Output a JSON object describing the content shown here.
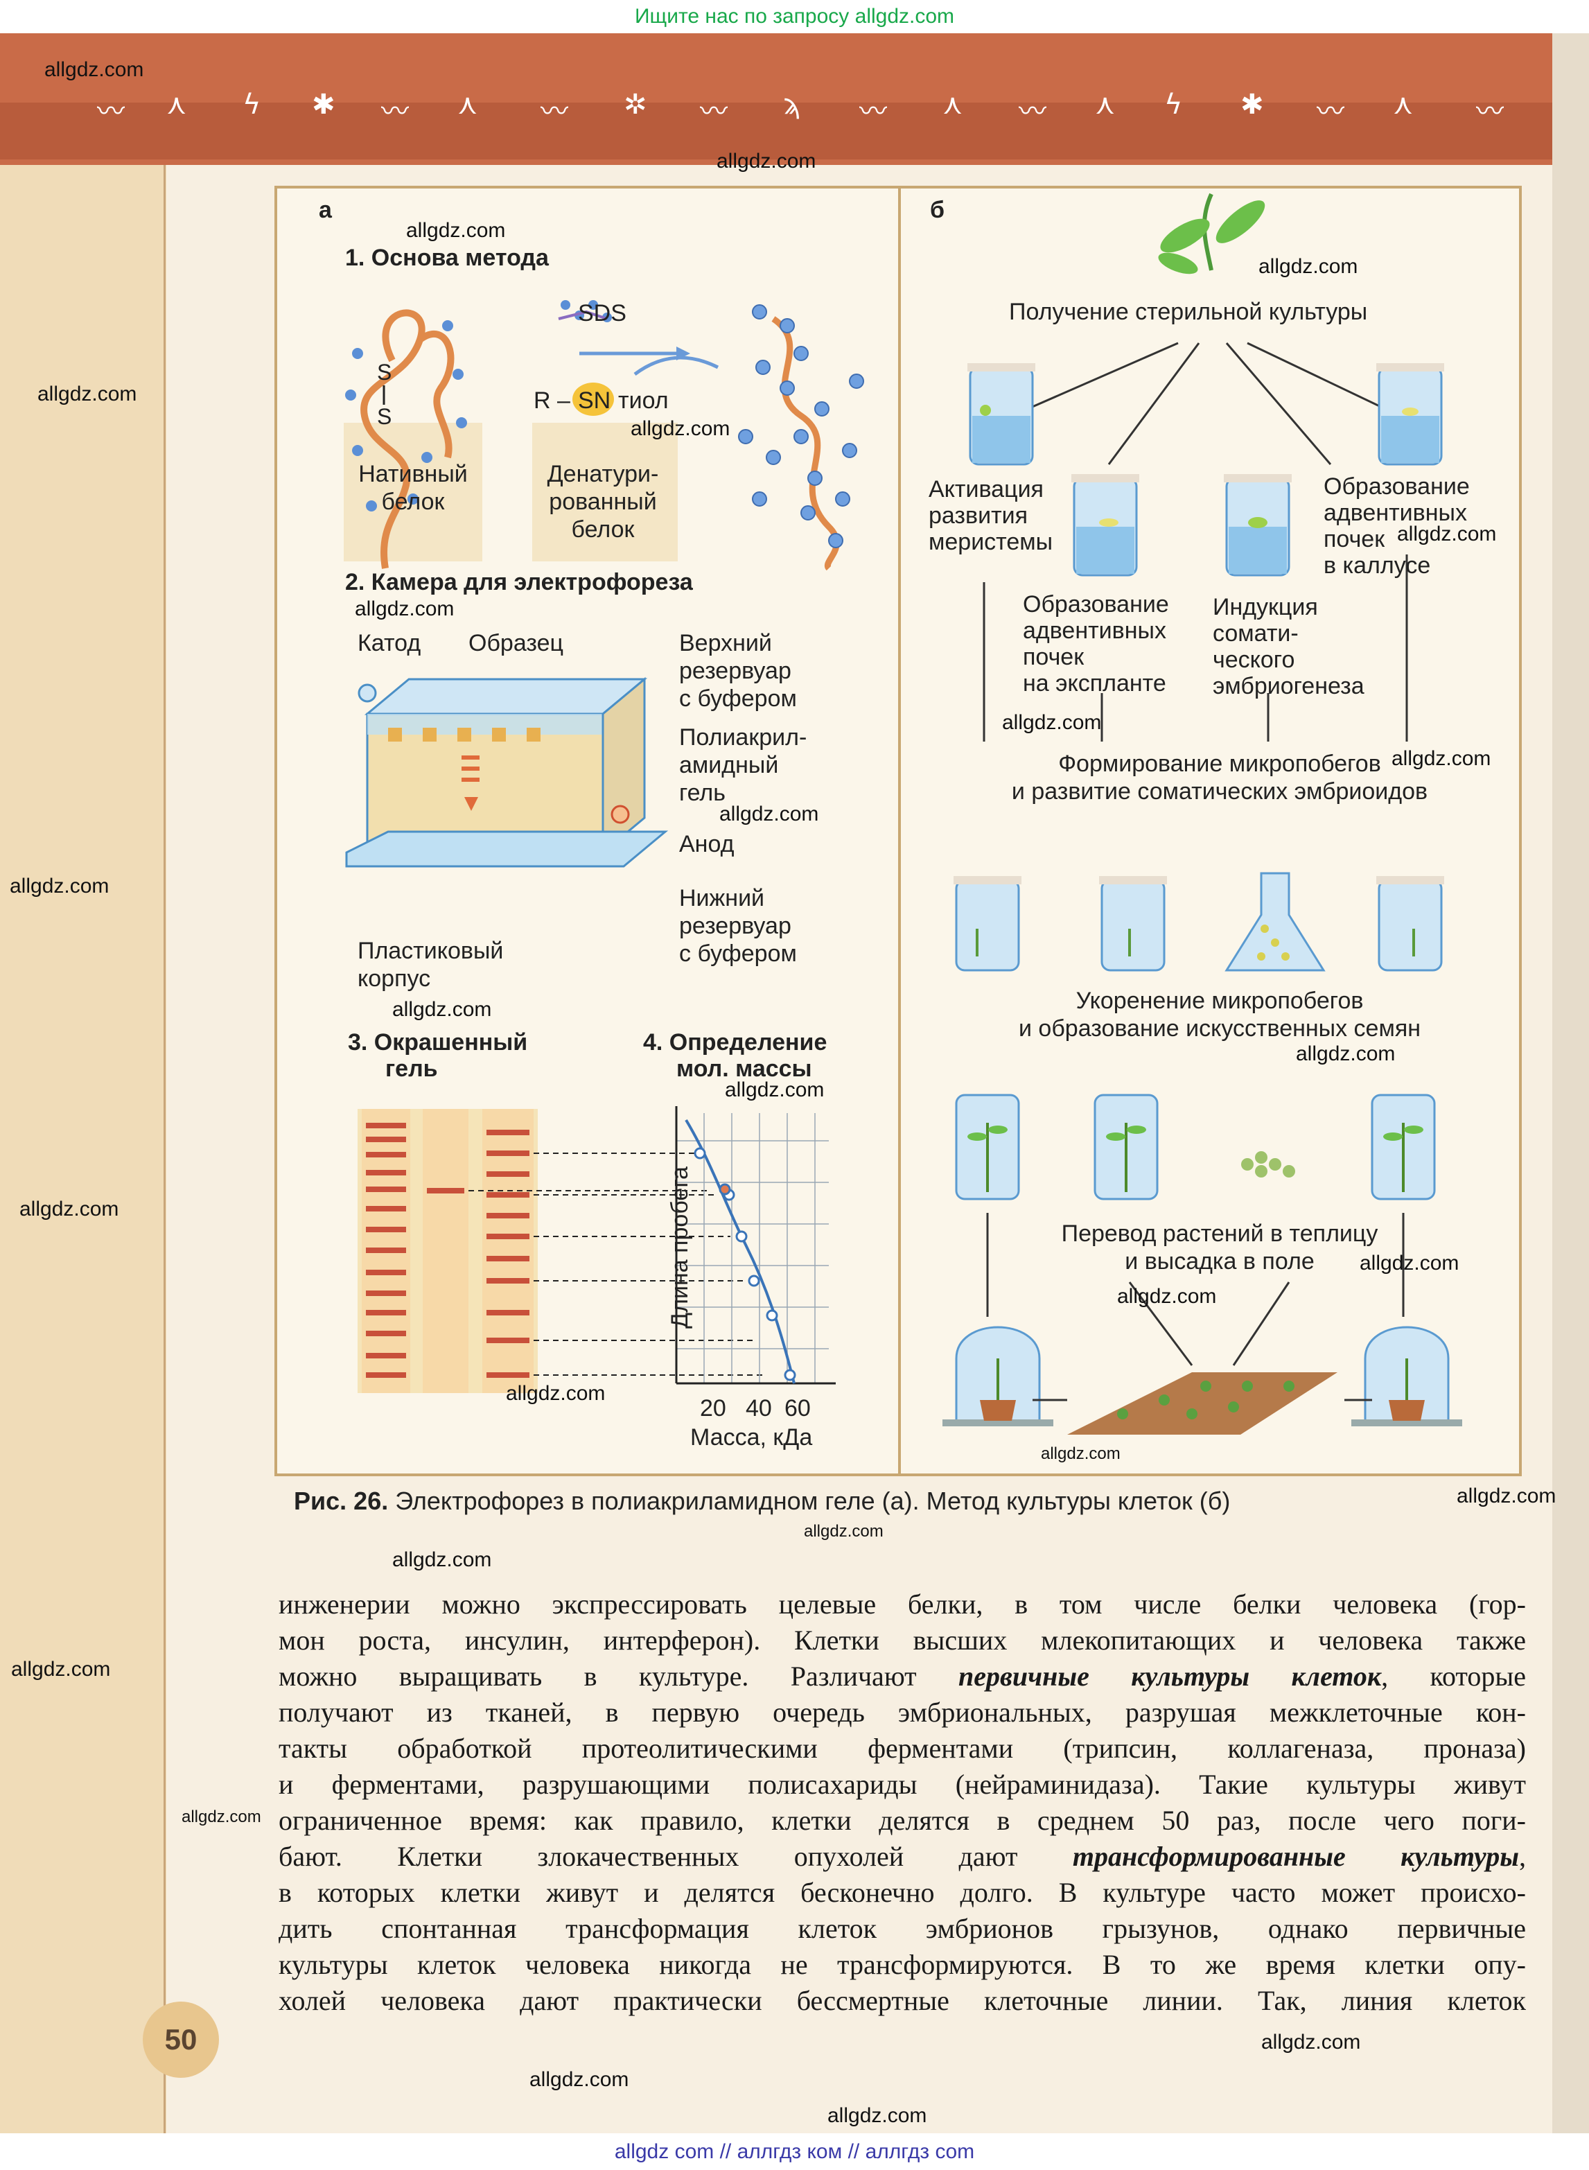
{
  "banner": {
    "top": "Ищите нас по запросу allgdz.com",
    "bottom": "allgdz com  //  аллгдз ком  //  аллгдз com"
  },
  "watermark_text": "allgdz.com",
  "page_number": "50",
  "figure": {
    "left": {
      "letter": "а",
      "step1_title": "1. Основа метода",
      "sds": "SDS",
      "reagent_prefix": "R –",
      "reagent_sn": "SN",
      "reagent_suffix": "тиол",
      "native_label_1": "Нативный",
      "native_label_2": "белок",
      "denat_label_1": "Денатури-",
      "denat_label_2": "рованный",
      "denat_label_3": "белок",
      "step2_title": "2. Камера для электрофореза",
      "cathode": "Катод",
      "sample": "Образец",
      "upper_res_1": "Верхний",
      "upper_res_2": "резервуар",
      "upper_res_3": "с буфером",
      "gel_1": "Полиакрил-",
      "gel_2": "амидный",
      "gel_3": "гель",
      "anode": "Анод",
      "lower_res_1": "Нижний",
      "lower_res_2": "резервуар",
      "lower_res_3": "с буфером",
      "plastic_1": "Пластиковый",
      "plastic_2": "корпус",
      "step3_title_1": "3. Окрашенный",
      "step3_title_2": "гель",
      "step4_title_1": "4. Определение",
      "step4_title_2": "мол. массы",
      "y_axis_label": "Длина пробега",
      "x_ticks": [
        "20",
        "40",
        "60"
      ],
      "x_axis_label": "Масса, кДа"
    },
    "right": {
      "letter": "б",
      "sterile_culture": "Получение стерильной культуры",
      "meristem_1": "Активация",
      "meristem_2": "развития",
      "meristem_3": "меристемы",
      "callus_1": "Образование",
      "callus_2": "адвентивных",
      "callus_3": "почек",
      "callus_4": "в каллусе",
      "explant_1": "Образование",
      "explant_2": "адвентивных",
      "explant_3": "почек",
      "explant_4": "на экспланте",
      "induction_1": "Индукция",
      "induction_2": "сомати-",
      "induction_3": "ческого",
      "induction_4": "эмбриогенеза",
      "formation_1": "Формирование микропобегов",
      "formation_2": "и развитие соматических эмбриоидов",
      "rooting_1": "Укоренение микропобегов",
      "rooting_2": "и образование искусственных семян",
      "transfer_1": "Перевод растений в теплицу",
      "transfer_2": "и высадка в поле"
    },
    "caption_bold": "Рис. 26.",
    "caption_text": " Электрофорез в полиакриламидном геле (а). Метод культуры клеток (б)"
  },
  "body": {
    "l1": "инженерии можно экспрессировать целевые белки, в том числе белки человека (гор-",
    "l2": "мон роста, инсулин, интерферон). Клетки высших млекопитающих и человека также",
    "l3a": "можно выращивать в культуре. Различают ",
    "l3b": "первичные культуры клеток",
    "l3c": ", которые",
    "l4": "получают из тканей, в первую очередь эмбриональных, разрушая межклеточные кон-",
    "l5": "такты обработкой протеолитическими ферментами (трипсин, коллагеназа, проназа)",
    "l6": "и ферментами, разрушающими полисахариды (нейраминидаза). Такие культуры живут",
    "l7": "ограниченное время: как правило, клетки делятся в среднем 50 раз, после чего поги-",
    "l8a": "бают. Клетки злокачественных опухолей дают ",
    "l8b": "трансформированные культуры",
    "l8c": ",",
    "l9": "в которых клетки живут и делятся бесконечно долго. В культуре часто может происхо-",
    "l10": "дить спонтанная трансформация клеток эмбрионов грызунов, однако первичные",
    "l11": "культуры клеток человека никогда не трансформируются. В то же время клетки опу-",
    "l12": "холей человека дают практически бессмертные клеточные линии. Так, линия клеток"
  }
}
